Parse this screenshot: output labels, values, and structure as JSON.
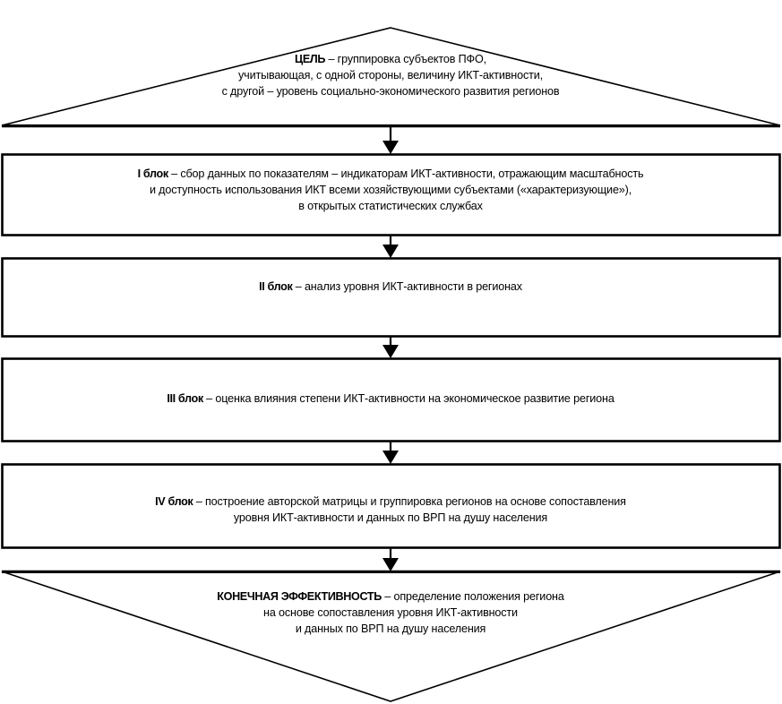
{
  "diagram": {
    "title_semantic": "methodology-block-scheme",
    "stroke_color": "#000000",
    "background_color": "#ffffff",
    "nodes": {
      "goal": {
        "shape": "triangle-up",
        "lead": "ЦЕЛЬ",
        "body": " – группировка субъектов ПФО,\nучитывающая, с одной стороны, величину ИКТ-активности,\nс другой – уровень социально-экономического развития регионов"
      },
      "block1": {
        "shape": "rectangle",
        "lead": "I блок",
        "body": " – сбор данных по показателям – индикаторам ИКТ-активности, отражающим масштабность\nи доступность использования ИКТ всеми хозяйствующими субъектами («характеризующие»),\nв открытых статистических службах"
      },
      "block2": {
        "shape": "rectangle",
        "lead": "II блок",
        "body": " – анализ уровня ИКТ-активности в регионах"
      },
      "block3": {
        "shape": "rectangle",
        "lead": "III блок",
        "body": " – оценка влияния степени ИКТ-активности на экономическое развитие региона"
      },
      "block4": {
        "shape": "rectangle",
        "lead": "IV блок",
        "body": " – построение авторской матрицы и группировка регионов на основе сопоставления\nуровня ИКТ-активности и данных по ВРП на душу населения"
      },
      "result": {
        "shape": "triangle-down",
        "lead": "КОНЕЧНАЯ ЭФФЕКТИВНОСТЬ",
        "body": " – определение положения региона\nна основе сопоставления уровня ИКТ-активности\nи данных по ВРП на душу населения"
      }
    },
    "connectors": [
      {
        "name": "arrow-goal-to-block1",
        "from": "goal",
        "to": "block1"
      },
      {
        "name": "arrow-block1-to-block2",
        "from": "block1",
        "to": "block2"
      },
      {
        "name": "arrow-block2-to-block3",
        "from": "block2",
        "to": "block3"
      },
      {
        "name": "arrow-block3-to-block4",
        "from": "block3",
        "to": "block4"
      },
      {
        "name": "arrow-block4-to-result",
        "from": "block4",
        "to": "result"
      }
    ]
  }
}
